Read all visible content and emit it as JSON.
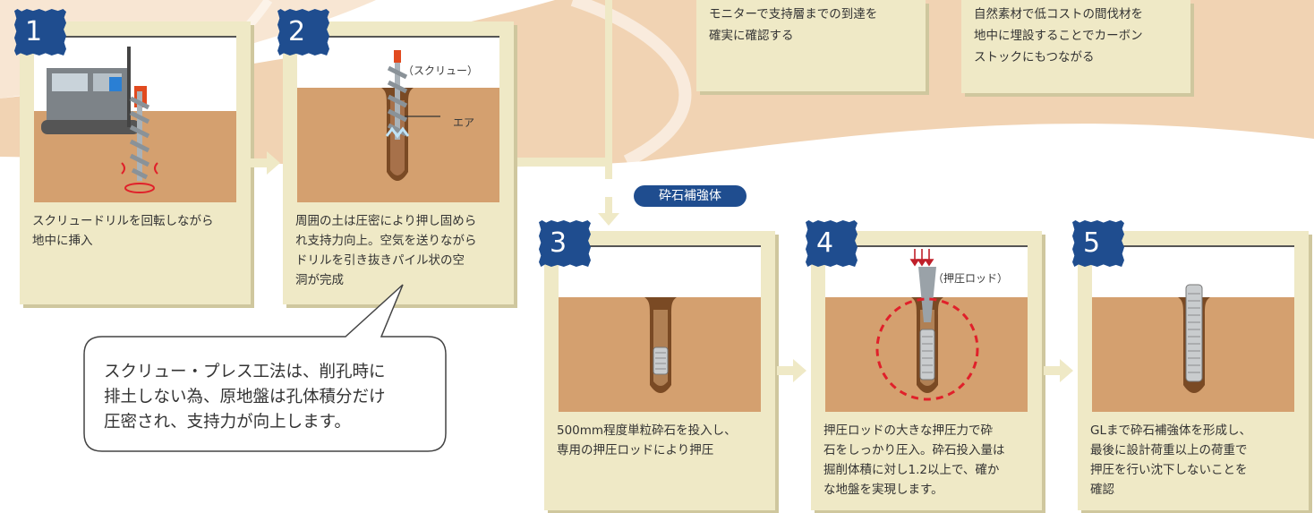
{
  "colors": {
    "card": "#efe9c6",
    "card_shadow": "#cfc79e",
    "badge": "#1f4d8f",
    "soil": "#d4a06f",
    "hole": "#7a4a24",
    "pill": "#1f4d8f",
    "dashed_circle": "#e0202a",
    "wave": "#f1d3b3"
  },
  "top_cards": {
    "left": {
      "line1": "モニターで支持層までの到達を",
      "line2": "確実に確認する"
    },
    "right": {
      "line1": "自然素材で低コストの間伐材を",
      "line2": "地中に埋設することでカーボン",
      "line3": "ストックにもつながる"
    }
  },
  "pill_label": "砕石補強体",
  "steps": [
    {
      "number": "1",
      "lines": [
        "スクリュードリルを回転しながら",
        "地中に挿入"
      ]
    },
    {
      "number": "2",
      "labels": {
        "screw": "（スクリュー）",
        "air": "エア"
      },
      "lines": [
        "周囲の土は圧密により押し固めら",
        "れ支持力向上。空気を送りながら",
        "ドリルを引き抜きパイル状の空",
        "洞が完成"
      ]
    },
    {
      "number": "3",
      "lines": [
        "500mm程度単粒砕石を投入し、",
        "専用の押圧ロッドにより押圧"
      ]
    },
    {
      "number": "4",
      "labels": {
        "rod": "（押圧ロッド）"
      },
      "lines": [
        "押圧ロッドの大きな押圧力で砕",
        "石をしっかり圧入。砕石投入量は",
        "掘削体積に対し1.2以上で、確か",
        "な地盤を実現します。"
      ]
    },
    {
      "number": "5",
      "lines": [
        "GLまで砕石補強体を形成し、",
        "最後に設計荷重以上の荷重で",
        "押圧を行い沈下しないことを",
        "確認"
      ]
    }
  ],
  "callout": {
    "lines": [
      "スクリュー・プレス工法は、削孔時に",
      "排土しない為、原地盤は孔体積分だけ",
      "圧密され、支持力が向上します。"
    ]
  },
  "icons": {
    "flow_arrow": "right-arrow-icon",
    "down_arrow": "down-arrow-icon",
    "press_arrows": "down-arrow-icon"
  }
}
